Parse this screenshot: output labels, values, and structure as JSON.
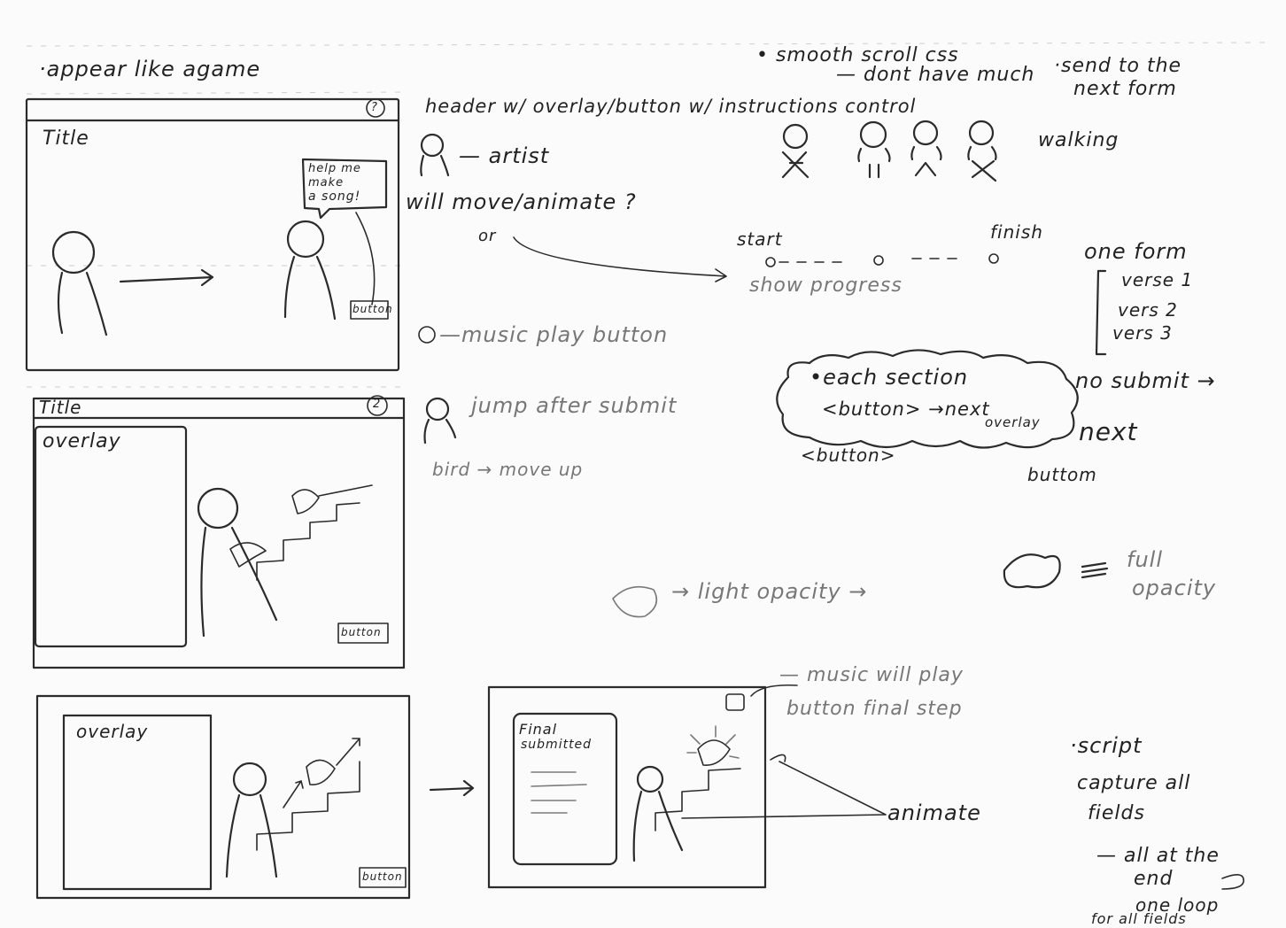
{
  "notes": {
    "top_left": "·appear like agame",
    "smooth_scroll": "• smooth scroll css",
    "dont_have_much": "— dont have much",
    "send_to_next": "·send to the",
    "next_form": "next form",
    "header_note": "header w/ overlay/button w/ instructions control",
    "artist": "— artist",
    "walking": "walking",
    "will_move": "will move/animate ?",
    "or": "or",
    "start": "start",
    "finish": "finish",
    "show_progress": "show progress",
    "one_form": "one form",
    "verse1": "verse 1",
    "verse2": "vers 2",
    "verse3": "vers 3",
    "music_play_button": "—music play button",
    "jump_after_submit": "jump after submit",
    "bird_move_up": "bird → move up",
    "each_section": "•each section",
    "button_next": "<button> →next",
    "overlay_small": "overlay",
    "button_bottom": "<button>",
    "no_submit": "no submit →",
    "next": "next",
    "buttom": "buttom",
    "light_opacity": "→ light opacity →",
    "full": "full",
    "opacity": "opacity",
    "music_will_play": "— music will play",
    "button_final_step": "button final step",
    "animate": "animate",
    "script": "·script",
    "capture_all": "capture all",
    "fields": "fields",
    "all_at_the": "— all at the",
    "end": "end",
    "one_loop": "one loop",
    "for_all_fields": "for all fields"
  },
  "frames": {
    "frame1": {
      "title": "Title",
      "help": "?",
      "speech_line1": "help me",
      "speech_line2": "make",
      "speech_line3": "a song!",
      "button": "button"
    },
    "frame2": {
      "title": "Title",
      "help": "2",
      "overlay": "overlay",
      "button": "button"
    },
    "frame3": {
      "overlay": "overlay",
      "button": "button"
    },
    "frame4": {
      "final_line1": "Final",
      "final_line2": "submitted"
    }
  }
}
